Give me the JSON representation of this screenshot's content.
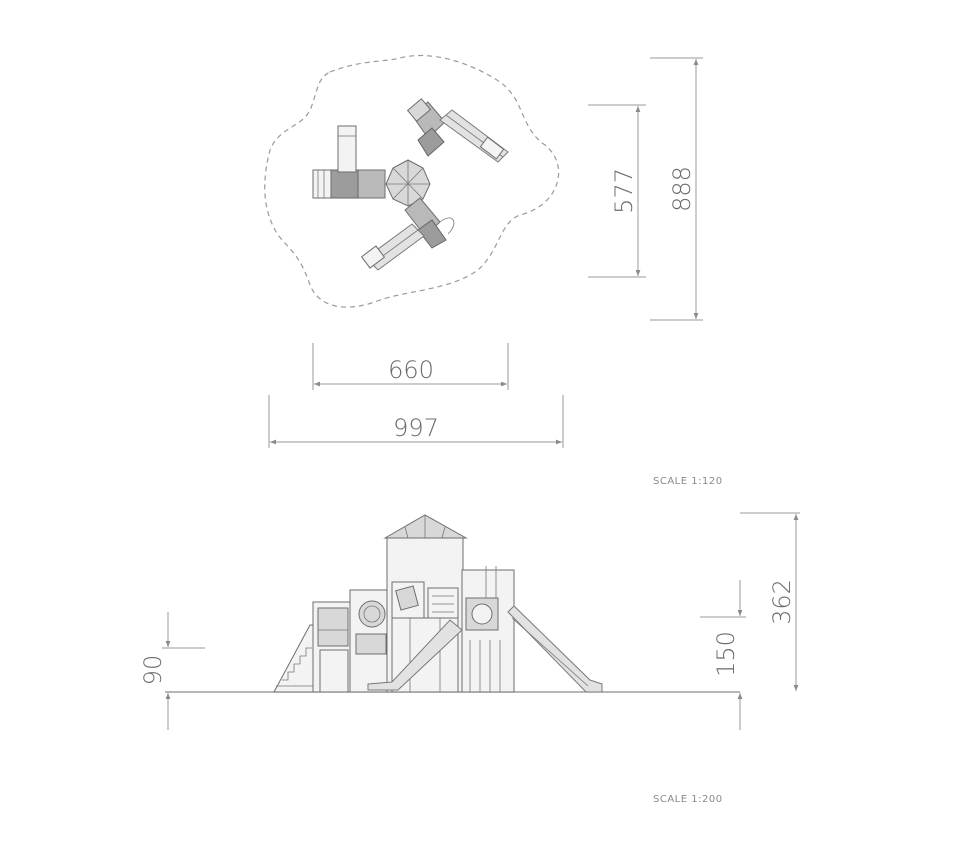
{
  "plan_view": {
    "dimensions": {
      "width_inner": "660",
      "width_outer": "997",
      "depth_inner": "577",
      "depth_outer": "888"
    },
    "scale_label": "SCALE 1:120"
  },
  "elevation_view": {
    "dimensions": {
      "platform_left": "90",
      "platform_right": "150",
      "total_height": "362"
    },
    "scale_label": "SCALE 1:200"
  }
}
